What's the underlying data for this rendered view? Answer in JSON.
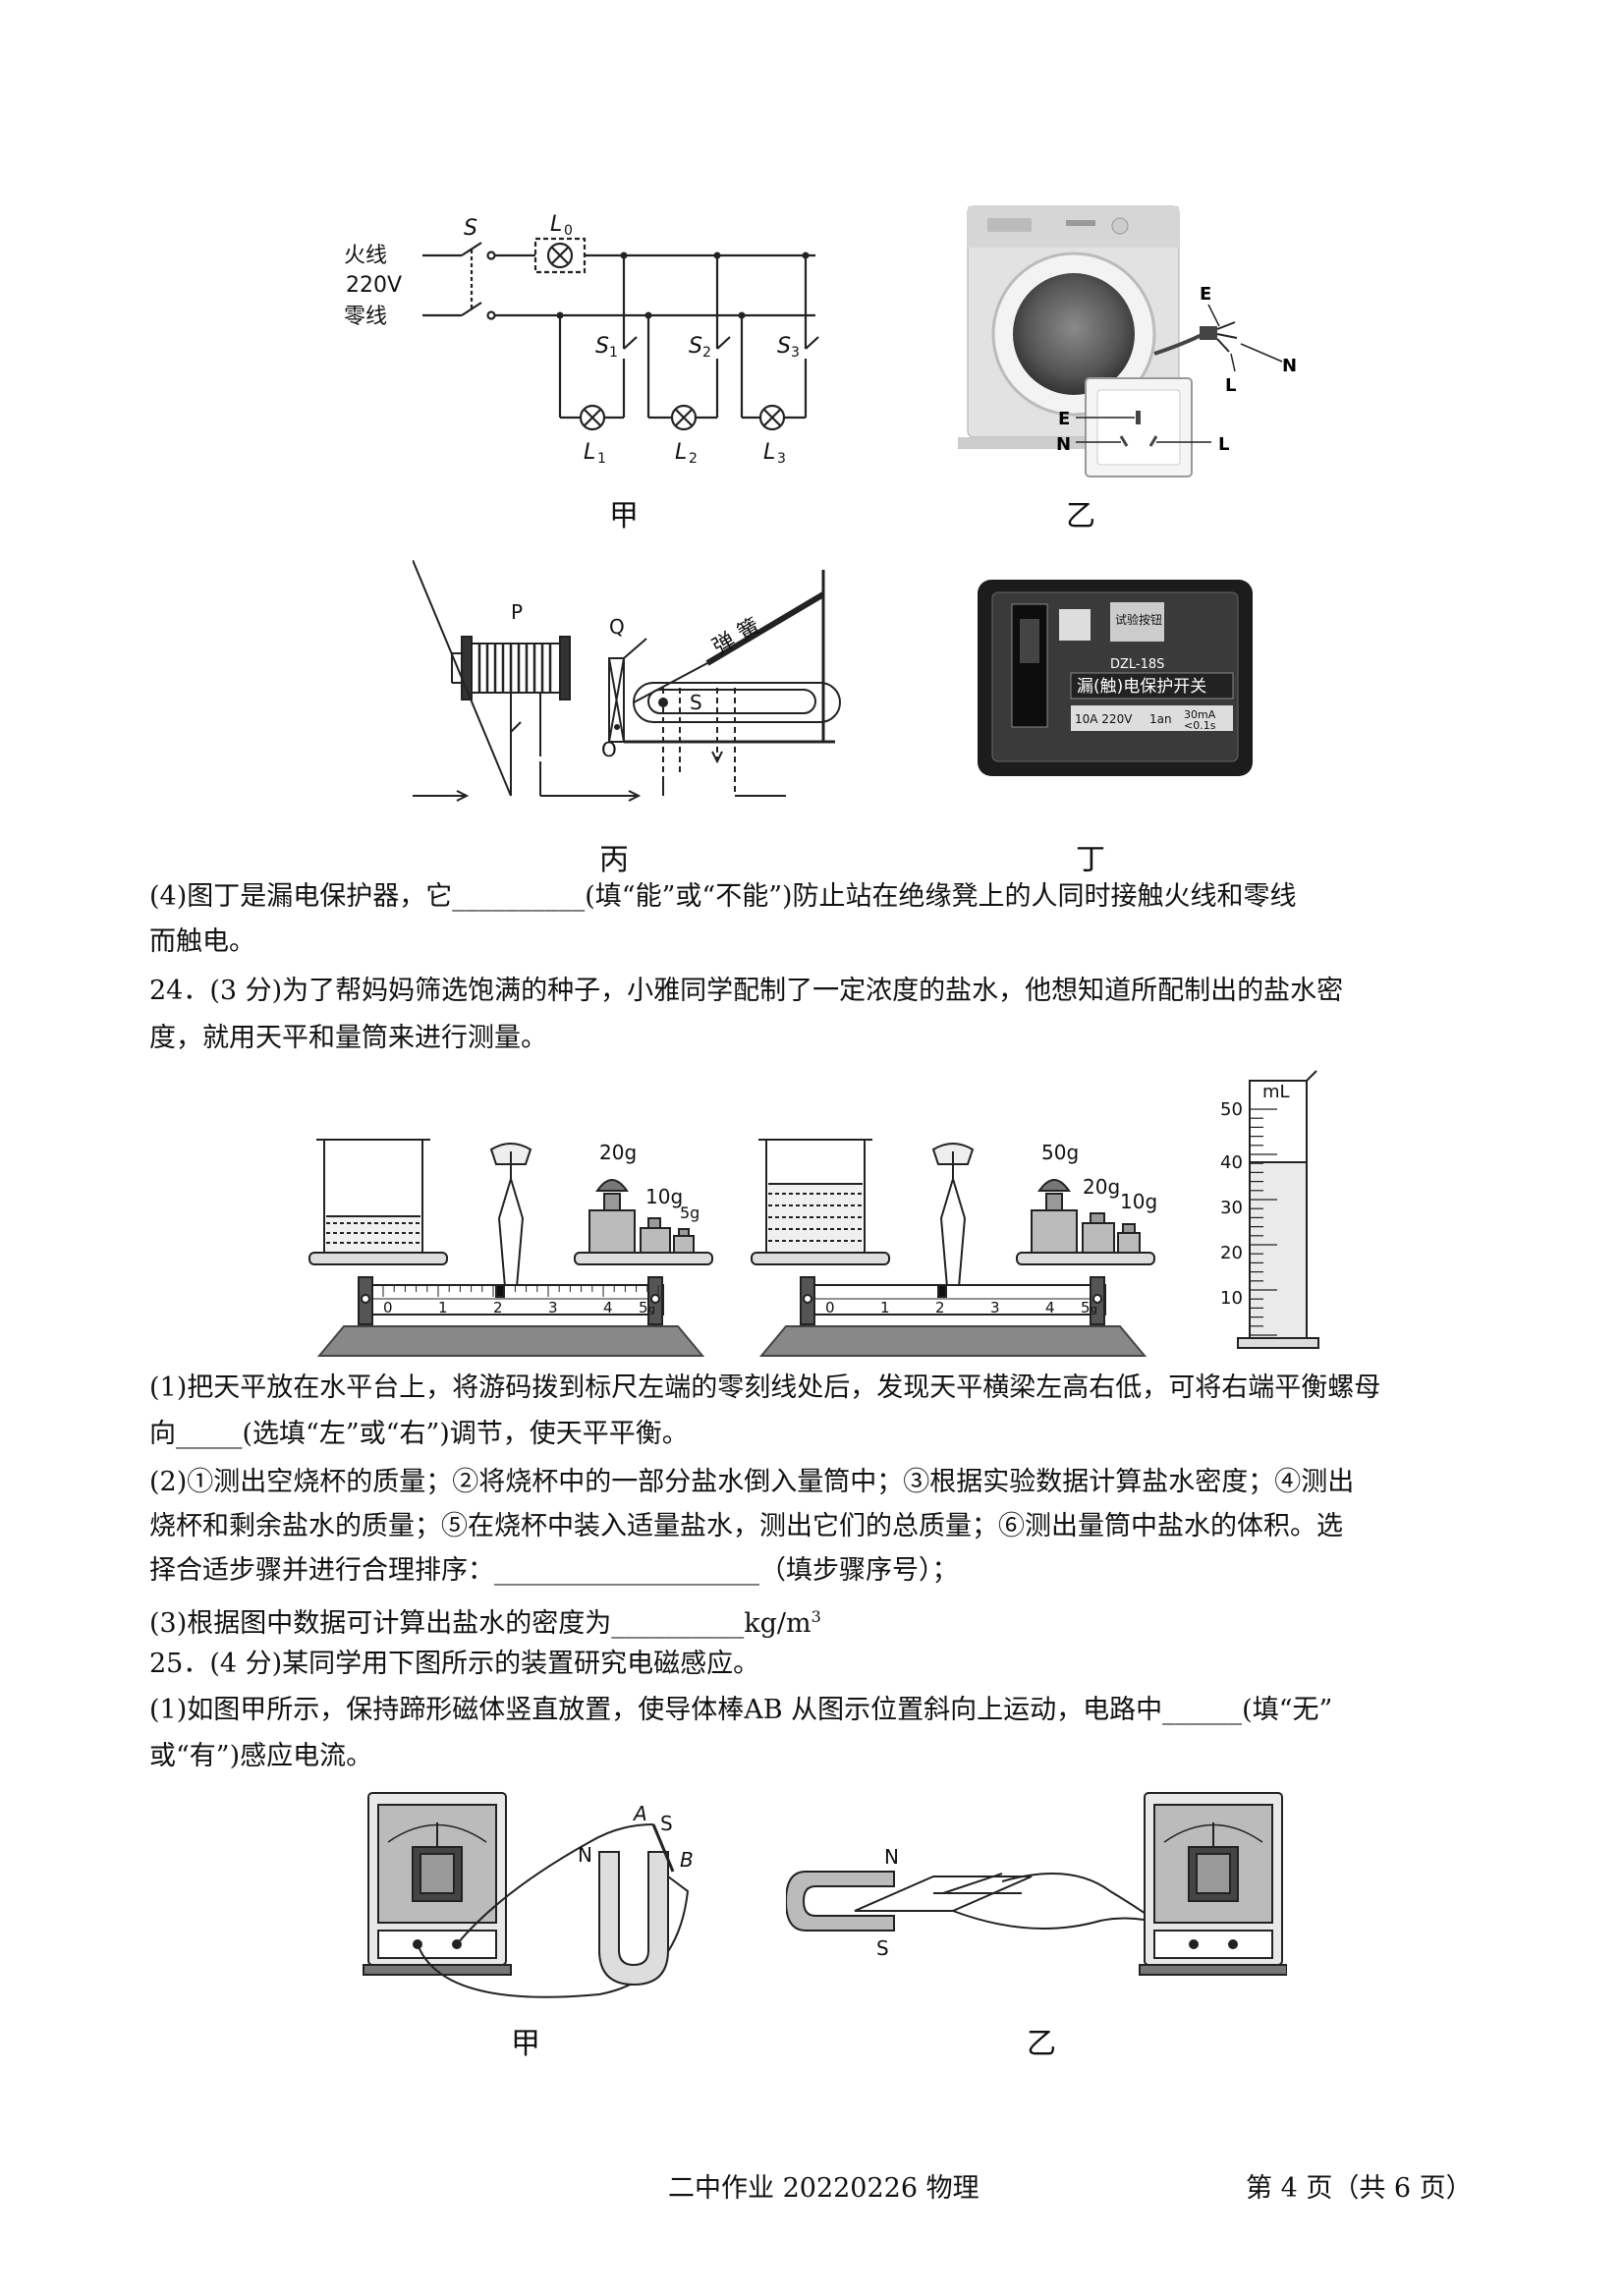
{
  "figures_row1": {
    "jia": {
      "caption": "甲",
      "labels": {
        "live": "火线",
        "voltage": "220V",
        "neutral": "零线",
        "switch_main": "S",
        "lamp0": "L",
        "lamp0_sub": "0",
        "s1": "S",
        "s1_sub": "1",
        "s2": "S",
        "s2_sub": "2",
        "s3": "S",
        "s3_sub": "3",
        "l1": "L",
        "l1_sub": "1",
        "l2": "L",
        "l2_sub": "2",
        "l3": "L",
        "l3_sub": "3"
      }
    },
    "yi": {
      "caption": "乙",
      "labels": {
        "e_plug": "E",
        "l_plug": "L",
        "n_plug": "N",
        "e_socket": "E",
        "n_socket": "N",
        "l_socket": "L"
      }
    }
  },
  "figures_row2": {
    "bing": {
      "caption": "丙",
      "labels": {
        "p": "P",
        "q": "Q",
        "o": "O",
        "s": "S",
        "spring": "弹 簧"
      }
    },
    "ding": {
      "caption": "丁",
      "labels": {
        "model": "DZL-18S",
        "title": "漏(触)电保护开关",
        "test": "试验按钮",
        "spec1": "10A 220V",
        "spec2": "1an",
        "spec3": "30mA",
        "spec4": "<0.1s"
      }
    }
  },
  "q23_4": {
    "line1": "(4)图丁是漏电保护器，它__________(填“能”或“不能”)防止站在绝缘凳上的人同时接触火线和零线",
    "line2": "而触电。"
  },
  "q24": {
    "line1": "24．(3 分)为了帮妈妈筛选饱满的种子，小雅同学配制了一定浓度的盐水，他想知道所配制出的盐水密",
    "line2": "度，就用天平和量筒来进行测量。",
    "balance1": {
      "weights": [
        "20g",
        "10g",
        "5g"
      ],
      "scale": [
        "0",
        "1",
        "2",
        "3",
        "4",
        "5"
      ],
      "scale_unit": "g"
    },
    "balance2": {
      "weights": [
        "50g",
        "20g",
        "10g"
      ],
      "scale": [
        "0",
        "1",
        "2",
        "3",
        "4",
        "5"
      ],
      "scale_unit": "g"
    },
    "cylinder": {
      "unit": "mL",
      "ticks": [
        "50",
        "40",
        "30",
        "20",
        "10"
      ],
      "level_ml": 40
    },
    "p1_line1": "(1)把天平放在水平台上，将游码拨到标尺左端的零刻线处后，发现天平横梁左高右低，可将右端平衡螺母",
    "p1_line2": "向_____(选填“左”或“右”)调节，使天平平衡。",
    "p2_line1": "(2)①测出空烧杯的质量；②将烧杯中的一部分盐水倒入量筒中；③根据实验数据计算盐水密度；④测出",
    "p2_line2": "烧杯和剩余盐水的质量；⑤在烧杯中装入适量盐水，测出它们的总质量；⑥测出量筒中盐水的体积。选",
    "p2_line3": "择合适步骤并进行合理排序：____________________（填步骤序号）；",
    "p3_text": "(3)根据图中数据可计算出盐水的密度为__________kg/m",
    "p3_sup": "3"
  },
  "q25": {
    "line1": "25．(4 分)某同学用下图所示的装置研究电磁感应。",
    "p1_line1": "(1)如图甲所示，保持蹄形磁体竖直放置，使导体棒AB 从图示位置斜向上运动，电路中______(填“无”",
    "p1_line2": "或“有”)感应电流。",
    "fig_jia": {
      "caption": "甲",
      "labels": {
        "a": "A",
        "b": "B",
        "n": "N",
        "s": "S"
      }
    },
    "fig_yi": {
      "caption": "乙",
      "labels": {
        "n": "N",
        "s": "S"
      }
    }
  },
  "footer": {
    "center": "二中作业 20220226 物理",
    "right": "第 4 页（共 6 页）"
  }
}
